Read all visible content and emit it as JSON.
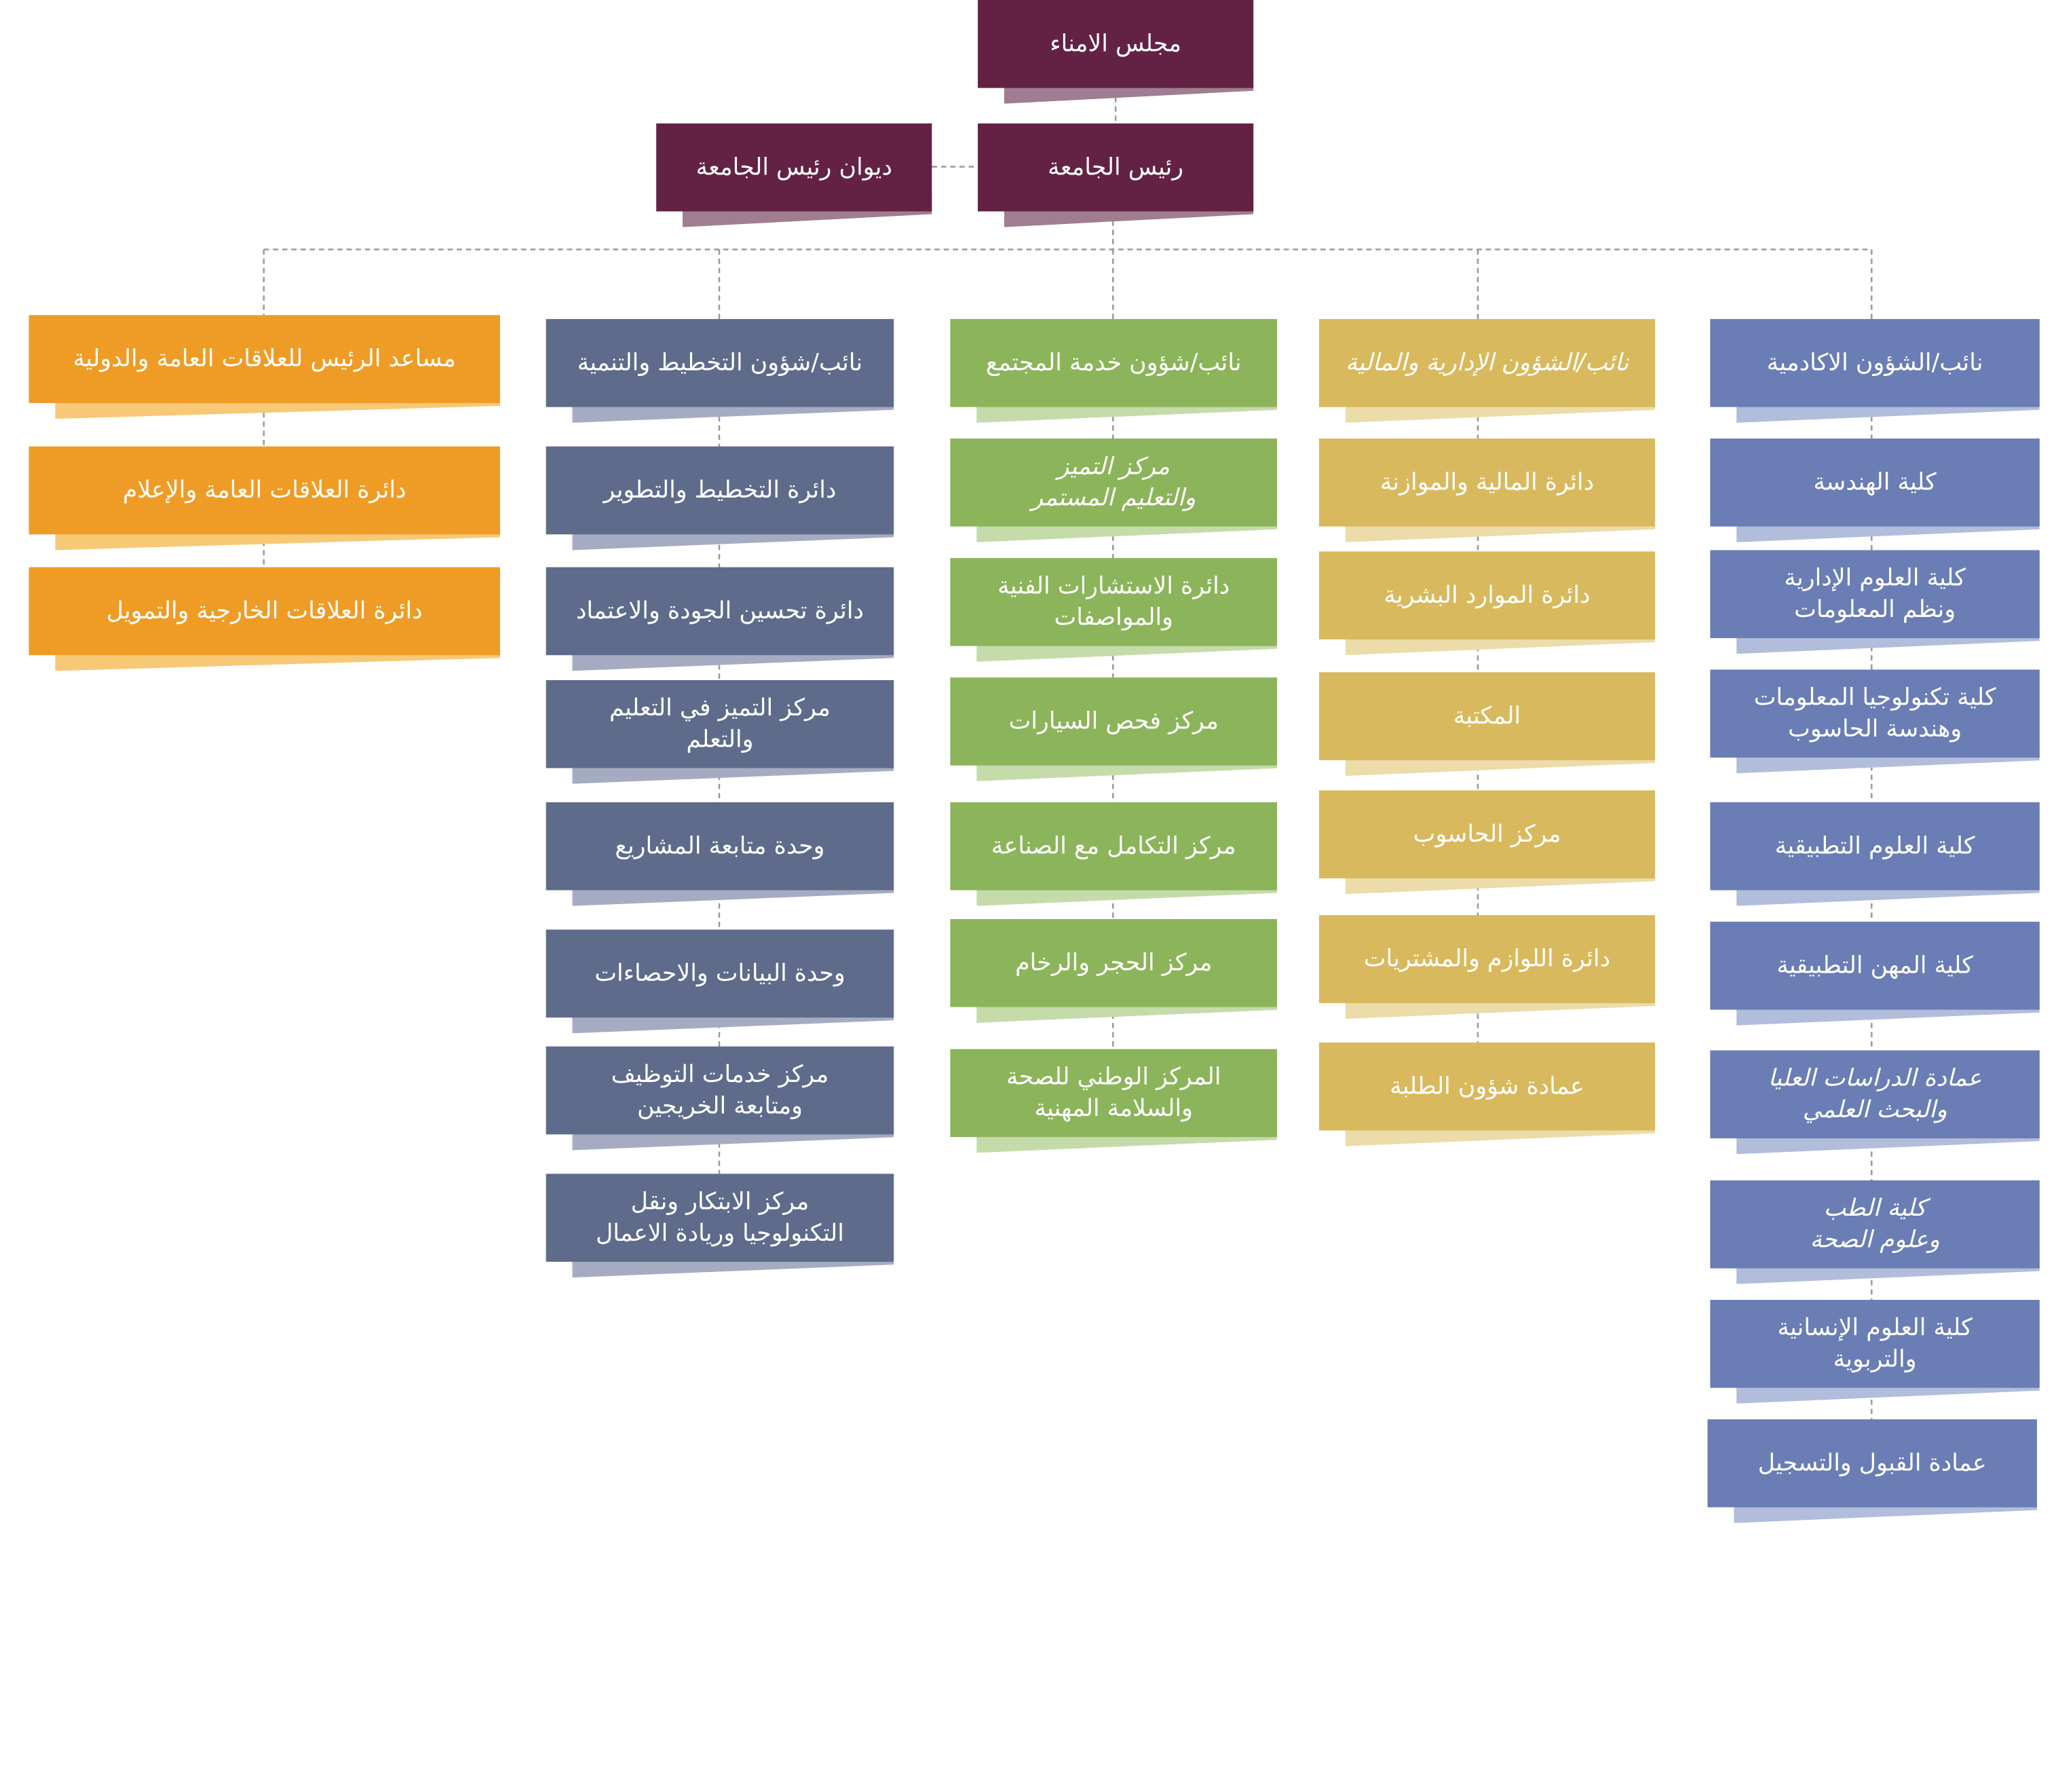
{
  "colors": {
    "maroon": "#632244",
    "slate": "#5e6b8b",
    "green": "#8cb45a",
    "gold": "#d9b95d",
    "blue": "#6a7db4",
    "orange": "#ee9c26",
    "connector": "#9a9a9a"
  },
  "board": "مجلس الامناء",
  "president": "رئيس الجامعة",
  "president_office": "ديوان رئيس الجامعة",
  "columns": [
    {
      "head": "نائب/الشؤون الاكادمية",
      "items": [
        "كلية الهندسة",
        "كلية العلوم الإدارية\nونظم المعلومات",
        "كلية تكنولوجيا المعلومات\nوهندسة الحاسوب",
        "كلية العلوم التطبيقية",
        "كلية المهن التطبيقية",
        "عمادة الدراسات العليا\nوالبحث العلمي",
        "كلية الطب\nوعلوم الصحة",
        "كلية العلوم الإنسانية\nوالتربوية",
        "عمادة القبول والتسجيل"
      ]
    },
    {
      "head": "نائب/الشؤون الإدارية والمالية",
      "items": [
        "دائرة المالية والموازنة",
        "دائرة الموارد البشرية",
        "المكتبة",
        "مركز الحاسوب",
        "دائرة اللوازم والمشتريات",
        "عمادة شؤون الطلبة"
      ]
    },
    {
      "head": "نائب/شؤون خدمة المجتمع",
      "items": [
        "مركز التميز\nوالتعليم المستمر",
        "دائرة الاستشارات الفنية\nوالمواصفات",
        "مركز فحص السيارات",
        "مركز التكامل مع الصناعة",
        "مركز الحجر والرخام",
        "المركز الوطني للصحة\nوالسلامة المهنية"
      ]
    },
    {
      "head": "نائب/شؤون التخطيط والتنمية",
      "items": [
        "دائرة التخطيط والتطوير",
        "دائرة تحسين الجودة والاعتماد",
        "مركز التميز في التعليم\nوالتعلم",
        "وحدة متابعة المشاريع",
        "وحدة البيانات والاحصاءات",
        "مركز خدمات التوظيف\nومتابعة الخريجين",
        "مركز الابتكار ونقل\nالتكنولوجيا وريادة الاعمال"
      ]
    },
    {
      "head": "مساعد الرئيس للعلاقات العامة والدولية",
      "items": [
        "دائرة العلاقات العامة والإعلام",
        "دائرة العلاقات الخارجية والتمويل"
      ]
    }
  ]
}
